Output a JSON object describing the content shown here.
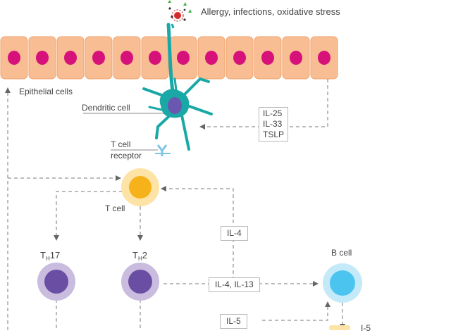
{
  "trigger": {
    "label": "Allergy, infections, oxidative stress",
    "icon": "allergen-particles-icon"
  },
  "epithelium": {
    "label": "Epithelial cells",
    "cell_count": 12,
    "colors": {
      "cell": "#f8bd92",
      "border": "#f2a36c",
      "nucleus": "#d6117a"
    }
  },
  "dendritic_cell": {
    "label": "Dendritic cell",
    "color": "#1aa8a6",
    "nucleus_color": "#6a58b0"
  },
  "tcr": {
    "line1": "T cell",
    "line2": "receptor",
    "color": "#7ec3e8"
  },
  "cytokines_epithelial": [
    "IL-25",
    "IL-33",
    "TSLP"
  ],
  "t_cell": {
    "label": "T cell",
    "color": "#f6b21b",
    "halo": "#fde3a6"
  },
  "th17": {
    "prefix": "T",
    "sub": "H",
    "suffix": "17",
    "color": "#6a4ea3",
    "halo": "#c9bcdf"
  },
  "th2": {
    "prefix": "T",
    "sub": "H",
    "suffix": "2",
    "color": "#6a4ea3",
    "halo": "#c9bcdf"
  },
  "b_cell": {
    "label": "B cell",
    "color": "#4cc4f0",
    "halo": "#c4e9f8"
  },
  "cytokine_il4": "IL-4",
  "cytokine_il4_il13": "IL-4, IL-13",
  "cytokine_il5": "IL-5",
  "partial_label": "I-5",
  "colors": {
    "arrow": "#7a7a7a"
  }
}
